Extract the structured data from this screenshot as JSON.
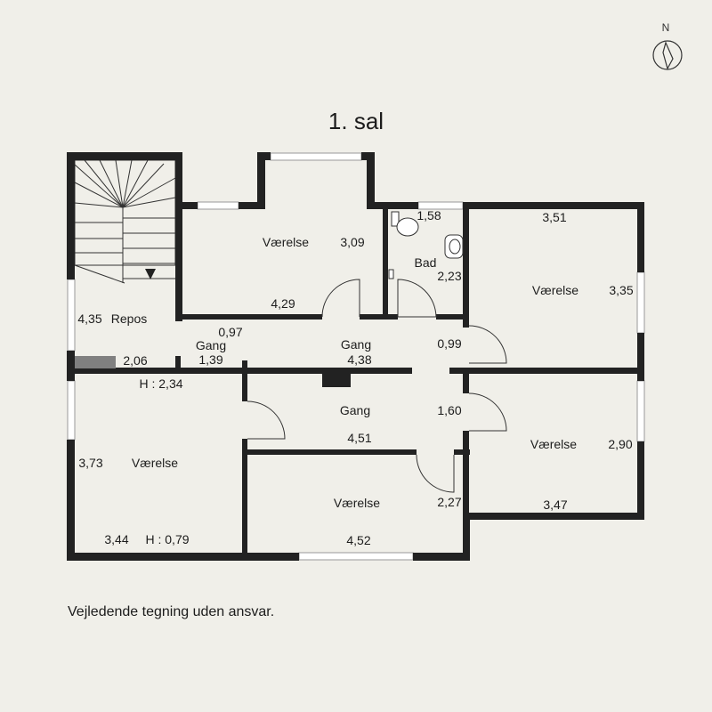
{
  "title": "1. sal",
  "compass": {
    "letter": "N"
  },
  "disclaimer": "Vejledende tegning uden ansvar.",
  "labels": {
    "vaer_top": "Værelse",
    "vaer_top_w": "3,09",
    "vaer_top_l": "4,29",
    "bad_w": "1,58",
    "bad": "Bad",
    "bad_l": "2,23",
    "vaer_ne_top": "3,51",
    "vaer_ne": "Værelse",
    "vaer_ne_side": "3,35",
    "repos_len": "4,35",
    "repos": "Repos",
    "gang1_w": "0,97",
    "gang1": "Gang",
    "gang1_l": "1,39",
    "gang2": "Gang",
    "gang2_l": "4,38",
    "gang2_w": "0,99",
    "stair_w": "2,06",
    "height1": "H : 2,34",
    "gang3": "Gang",
    "gang3_w": "1,60",
    "gang3_l": "4,51",
    "vaer_w": "Værelse",
    "vaer_w_side": "3,73",
    "vaer_w_bottom": "3,44",
    "height2": "H : 0,79",
    "vaer_s": "Værelse",
    "vaer_s_side": "2,27",
    "vaer_s_bottom": "4,52",
    "vaer_se": "Værelse",
    "vaer_se_side": "2,90",
    "vaer_se_bottom": "3,47"
  }
}
